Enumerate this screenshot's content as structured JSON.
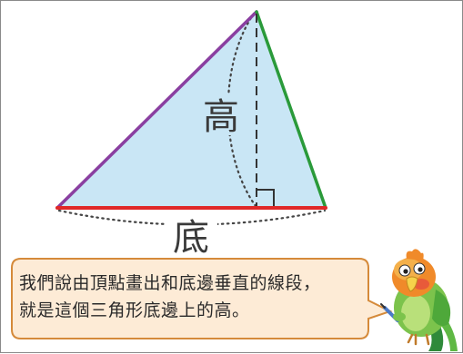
{
  "diagram": {
    "height_label": "高",
    "base_label": "底",
    "colors": {
      "fill": "#c9e6f5",
      "left_side": "#8a3fa0",
      "right_side": "#2a9a3a",
      "base": "#e02828",
      "height_line": "#333333",
      "dotted_arc": "#444444"
    }
  },
  "caption": {
    "line1": "我們說由頂點畫出和底邊垂直的線段，",
    "line2": "就是這個三角形底邊上的高。"
  },
  "bubble": {
    "fill": "#fdebd6",
    "border": "#d58a3a"
  },
  "mascot": {
    "icon": "parrot-icon"
  }
}
